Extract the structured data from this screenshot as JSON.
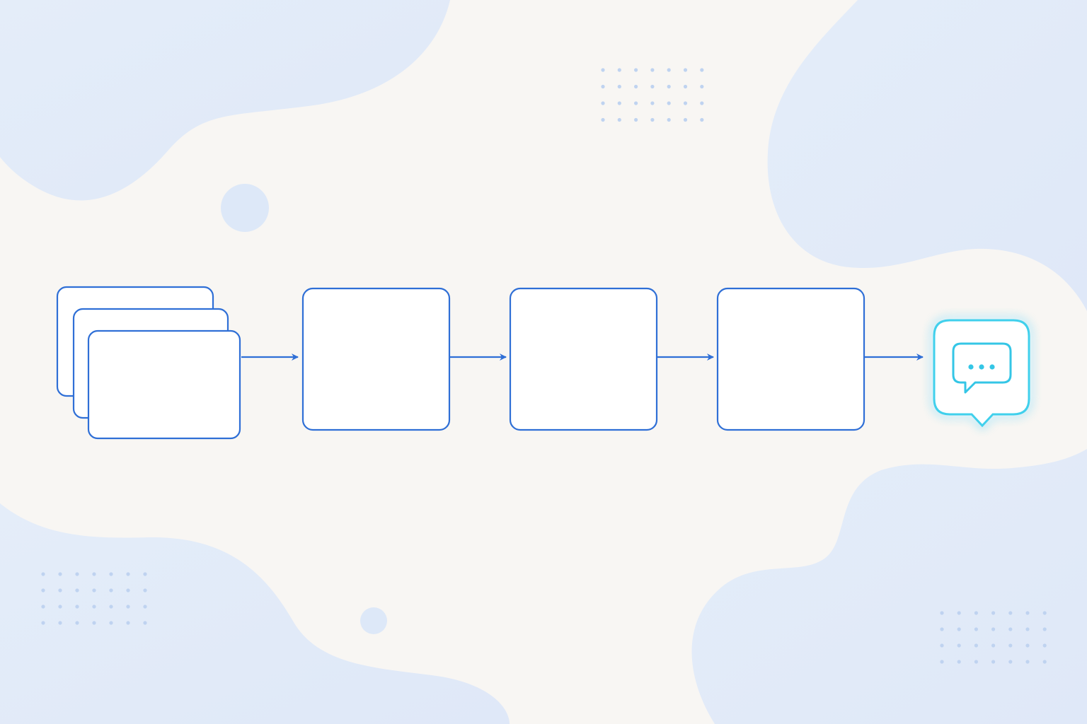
{
  "colors": {
    "background": "#f8f6f3",
    "blob": "#e2ebf8",
    "accent_blue": "#2f6fd6",
    "glow_cyan": "#3fd0ec",
    "dots": "#bfd3f0"
  },
  "diagram": {
    "stages": [
      {
        "kind": "stacked-cards",
        "label": ""
      },
      {
        "kind": "box",
        "label": ""
      },
      {
        "kind": "box",
        "label": ""
      },
      {
        "kind": "box",
        "label": ""
      }
    ],
    "output": {
      "icon": "chat-bubble-icon",
      "label": ""
    },
    "connectors": 4
  }
}
